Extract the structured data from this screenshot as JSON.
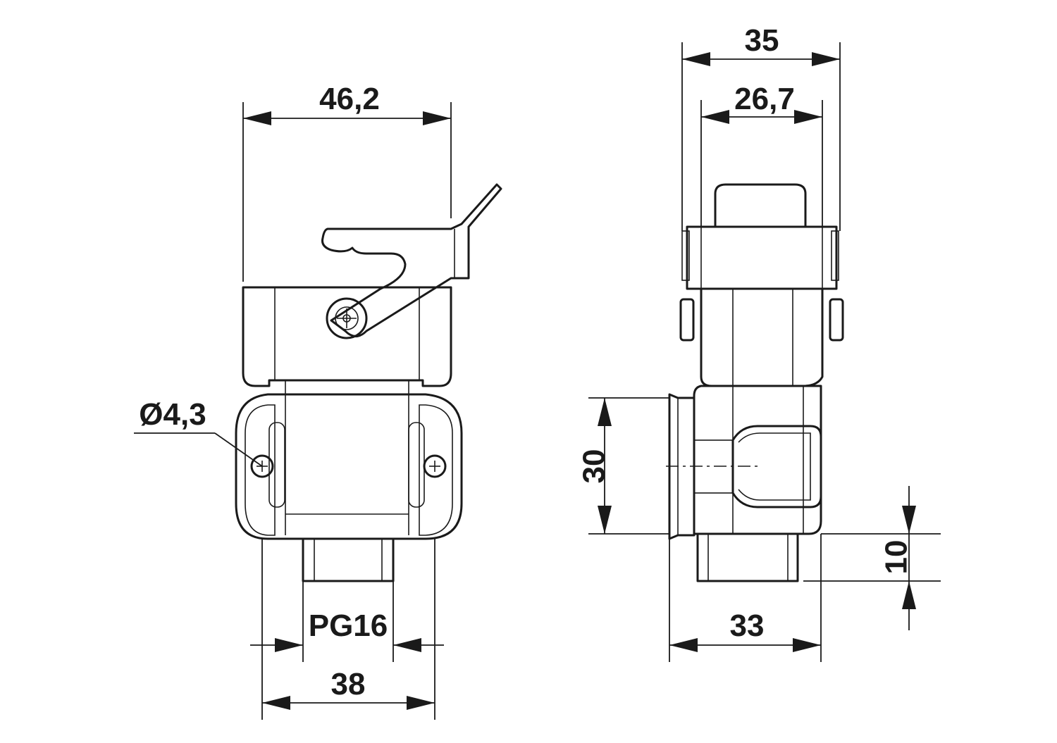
{
  "front_view": {
    "width_top": "46,2",
    "hole_diameter": "Ø4,3",
    "thread": "PG16",
    "hole_spacing": "38"
  },
  "side_view": {
    "width_overall": "35",
    "width_body": "26,7",
    "entry_height": "30",
    "base_width": "33",
    "gland_offset": "10"
  },
  "colors": {
    "line": "#1a1a1a",
    "background": "#ffffff"
  }
}
